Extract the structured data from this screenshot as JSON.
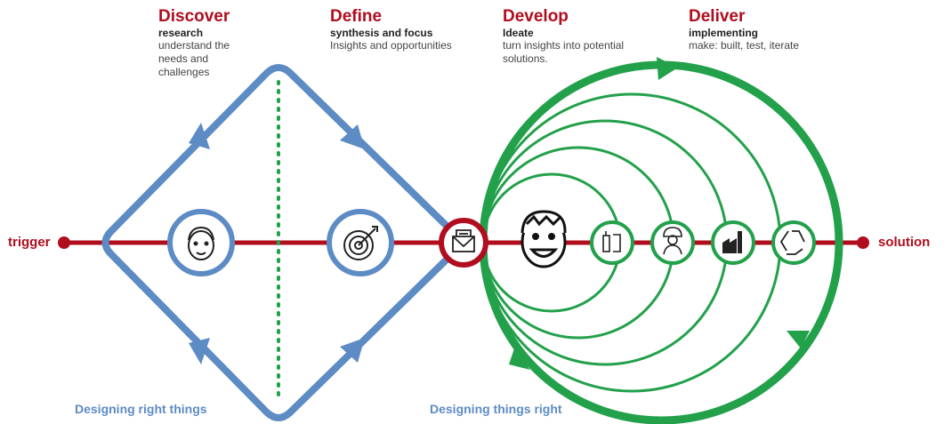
{
  "phases": [
    {
      "title": "Discover",
      "subtitle": "research",
      "desc": "understand the\nneeds and\nchallenges"
    },
    {
      "title": "Define",
      "subtitle": "synthesis and focus",
      "desc": "Insights and opportunities"
    },
    {
      "title": "Develop",
      "subtitle": "Ideate",
      "desc": "turn insights into potential\nsolutions."
    },
    {
      "title": "Deliver",
      "subtitle": "implementing",
      "desc": "make: built, test, iterate"
    }
  ],
  "trigger_label": "trigger",
  "solution_label": "solution",
  "captions": {
    "left": "Designing right things",
    "right": "Designing things right"
  },
  "icons": {
    "discover": "face-icon",
    "define": "target-icon",
    "brief": "envelope-icon",
    "develop": "smiling-face-icon",
    "tools": "tools-icon",
    "worker": "worker-icon",
    "factory": "factory-icon",
    "recycle": "recycle-icon"
  },
  "colors": {
    "red": "#b00d1e",
    "blue": "#5d8bc4",
    "green": "#22a04a"
  }
}
